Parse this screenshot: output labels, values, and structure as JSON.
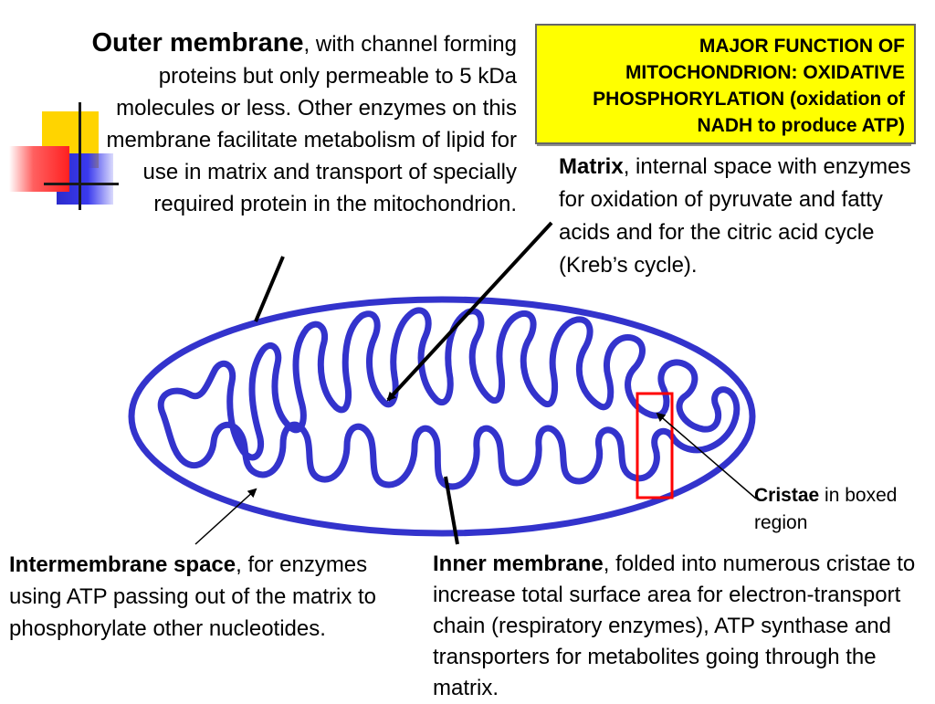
{
  "outer_membrane": {
    "title": "Outer membrane",
    "body": ", with channel forming proteins but only permeable to 5 kDa molecules or less. Other enzymes on this membrane facilitate metabolism of lipid for use in matrix and transport of specially required protein in the mitochondrion."
  },
  "major_function": {
    "text": "MAJOR FUNCTION OF MITOCHONDRION: OXIDATIVE PHOSPHORYLATION (oxidation of NADH to produce ATP)"
  },
  "matrix": {
    "title": "Matrix",
    "body": ", internal space with enzymes for oxidation of pyruvate and fatty acids and for the citric acid cycle (Kreb’s cycle)."
  },
  "cristae": {
    "title": "Cristae",
    "body": " in boxed region"
  },
  "intermembrane_space": {
    "title": "Intermembrane space",
    "body": ", for enzymes using ATP passing out of the matrix to phosphorylate other nucleotides."
  },
  "inner_membrane": {
    "title": "Inner membrane",
    "body": ", folded into numerous cristae to increase total surface area for electron-transport chain (respiratory enzymes), ATP synthase and transporters for metabolites going through the matrix."
  },
  "colors": {
    "membrane": "#3333cc",
    "highlight_box": "#ff0000",
    "callout_fill": "#ffff00"
  }
}
